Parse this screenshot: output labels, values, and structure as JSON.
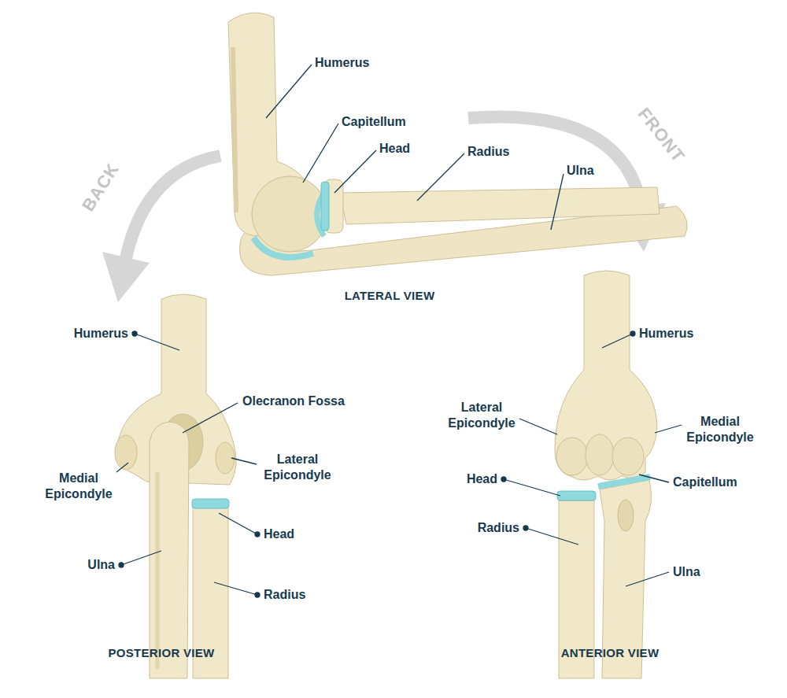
{
  "diagram": {
    "labels": [
      "Humerus",
      "Capitellum",
      "Head",
      "Radius",
      "Ulna",
      "BACK",
      "FRONT",
      "LATERAL VIEW",
      "Humerus",
      "Olecranon Fossa",
      "Medial Epicondyle",
      "Lateral Epicondyle",
      "Head",
      "Ulna",
      "Radius",
      "POSTERIOR VIEW",
      "Humerus",
      "Lateral Epicondyle",
      "Medial Epicondyle",
      "Head",
      "Capitellum",
      "Radius",
      "Ulna",
      "ANTERIOR VIEW"
    ]
  }
}
